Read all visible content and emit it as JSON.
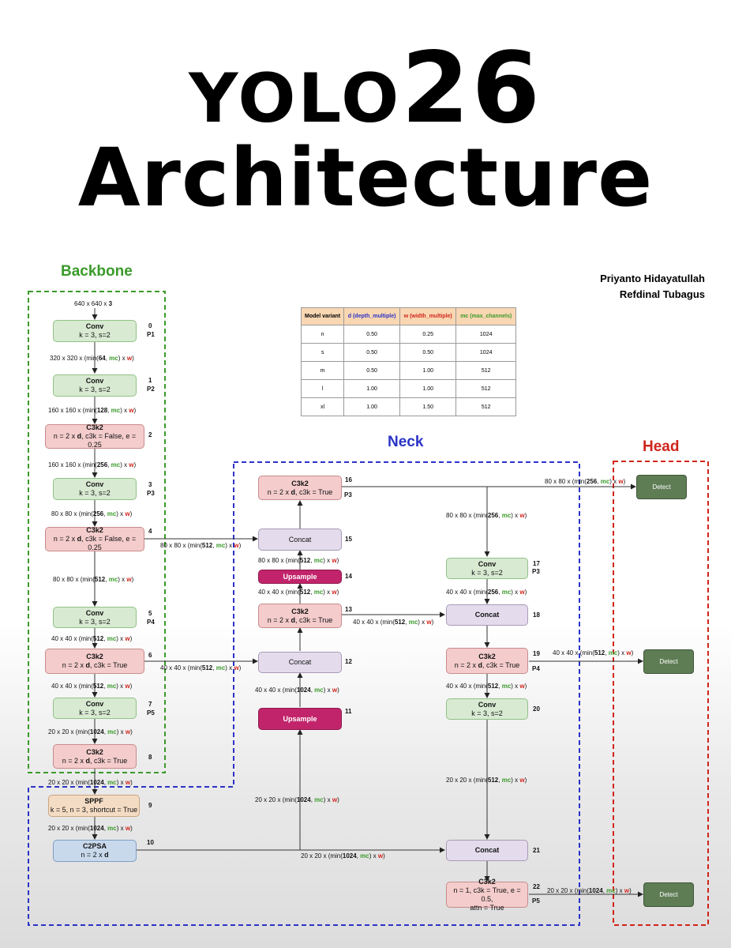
{
  "title": {
    "part1": "YOLO",
    "part2": "26",
    "line2": "Architecture"
  },
  "authors": [
    "Priyanto Hidayatullah",
    "Refdinal Tubagus"
  ],
  "sections": {
    "backbone": "Backbone",
    "neck": "Neck",
    "head": "Head"
  },
  "colors": {
    "backbone": "#3a9a2a",
    "neck": "#2a33c6",
    "head": "#d0241c",
    "detect": "#5f7d55",
    "upsample": "#c2246b"
  },
  "table": {
    "headers": [
      "Model variant",
      "d (depth_multiple)",
      "w (width_multiple)",
      "mc (max_channels)"
    ],
    "rows": [
      [
        "n",
        "0.50",
        "0.25",
        "1024"
      ],
      [
        "s",
        "0.50",
        "0.50",
        "1024"
      ],
      [
        "m",
        "0.50",
        "1.00",
        "512"
      ],
      [
        "l",
        "1.00",
        "1.00",
        "512"
      ],
      [
        "xl",
        "1.00",
        "1.50",
        "512"
      ]
    ]
  },
  "input_label": "640 x 640 x 3",
  "nodes": [
    {
      "id": 0,
      "title": "Conv",
      "sub": "k = 3, s=2",
      "idx": "0",
      "tag": "P1"
    },
    {
      "id": 1,
      "title": "Conv",
      "sub": "k = 3, s=2",
      "idx": "1",
      "tag": "P2"
    },
    {
      "id": 2,
      "title": "C3k2",
      "sub": "n = 2 x d, c3k = False, e = 0.25",
      "idx": "2",
      "tag": ""
    },
    {
      "id": 3,
      "title": "Conv",
      "sub": "k = 3, s=2",
      "idx": "3",
      "tag": "P3"
    },
    {
      "id": 4,
      "title": "C3k2",
      "sub": "n = 2 x d, c3k = False, e = 0.25",
      "idx": "4",
      "tag": ""
    },
    {
      "id": 5,
      "title": "Conv",
      "sub": "k = 3, s=2",
      "idx": "5",
      "tag": "P4"
    },
    {
      "id": 6,
      "title": "C3k2",
      "sub": "n = 2 x d, c3k = True",
      "idx": "6",
      "tag": ""
    },
    {
      "id": 7,
      "title": "Conv",
      "sub": "k = 3, s=2",
      "idx": "7",
      "tag": "P5"
    },
    {
      "id": 8,
      "title": "C3k2",
      "sub": "n = 2 x d, c3k = True",
      "idx": "8",
      "tag": ""
    },
    {
      "id": 9,
      "title": "SPPF",
      "sub": "k = 5, n = 3, shortcut = True",
      "idx": "9",
      "tag": ""
    },
    {
      "id": 10,
      "title": "C2PSA",
      "sub": "n = 2 x d",
      "idx": "10",
      "tag": ""
    },
    {
      "id": 11,
      "title": "Upsample",
      "sub": "",
      "idx": "11",
      "tag": ""
    },
    {
      "id": 12,
      "title": "Concat",
      "sub": "",
      "idx": "12",
      "tag": ""
    },
    {
      "id": 13,
      "title": "C3k2",
      "sub": "n = 2 x d, c3k = True",
      "idx": "13",
      "tag": ""
    },
    {
      "id": 14,
      "title": "Upsample",
      "sub": "",
      "idx": "14",
      "tag": ""
    },
    {
      "id": 15,
      "title": "Concat",
      "sub": "",
      "idx": "15",
      "tag": ""
    },
    {
      "id": 16,
      "title": "C3k2",
      "sub": "n = 2 x d, c3k = True",
      "idx": "16",
      "tag": "P3"
    },
    {
      "id": 17,
      "title": "Conv",
      "sub": "k = 3, s=2",
      "idx": "17",
      "tag": "P3"
    },
    {
      "id": 18,
      "title": "Concat",
      "sub": "",
      "idx": "18",
      "tag": ""
    },
    {
      "id": 19,
      "title": "C3k2",
      "sub": "n = 2 x d, c3k = True",
      "idx": "19",
      "tag": "P4"
    },
    {
      "id": 20,
      "title": "Conv",
      "sub": "k = 3, s=2",
      "idx": "20",
      "tag": ""
    },
    {
      "id": 21,
      "title": "Concat",
      "sub": "",
      "idx": "21",
      "tag": ""
    },
    {
      "id": 22,
      "title": "C3k2",
      "sub": "n = 1, c3k = True, e = 0.5,",
      "sub2": "attn = True",
      "idx": "22",
      "tag": "P5"
    },
    {
      "id": 23,
      "title": "Detect",
      "sub": "",
      "idx": "",
      "tag": ""
    },
    {
      "id": 24,
      "title": "Detect",
      "sub": "",
      "idx": "",
      "tag": ""
    },
    {
      "id": 25,
      "title": "Detect",
      "sub": "",
      "idx": "",
      "tag": ""
    }
  ],
  "edge_labels": [
    {
      "prefix": "320 x 320 x (min(",
      "n": "64",
      "suffix": ""
    },
    {
      "prefix": "160 x 160 x (min(",
      "n": "128",
      "suffix": ""
    },
    {
      "prefix": "160 x 160 x (min(",
      "n": "256",
      "suffix": ""
    },
    {
      "prefix": "80 x 80 x (min(",
      "n": "256",
      "suffix": ""
    },
    {
      "prefix": "80 x 80 x (min(",
      "n": "512",
      "suffix": ""
    },
    {
      "prefix": "40 x 40 x (min(",
      "n": "512",
      "suffix": ""
    },
    {
      "prefix": "40 x 40 x (min(",
      "n": "512",
      "suffix": ""
    },
    {
      "prefix": "20 x 20 x (min(",
      "n": "1024",
      "suffix": ""
    },
    {
      "prefix": "20 x 20 x (min(",
      "n": "1024",
      "suffix": ""
    },
    {
      "prefix": "20 x 20 x (min(",
      "n": "1024",
      "suffix": ""
    },
    {
      "prefix": "80 x 80 x (min(",
      "n": "512",
      "suffix": ""
    },
    {
      "prefix": "40 x 40 x (min(",
      "n": "512",
      "suffix": ""
    },
    {
      "prefix": "40 x 40 x (min(",
      "n": "1024",
      "suffix": ""
    },
    {
      "prefix": "20 x 20 x (min(",
      "n": "1024",
      "suffix": ""
    },
    {
      "prefix": "20 x 20 x (min(",
      "n": "1024",
      "suffix": ""
    },
    {
      "prefix": "80 x 80 x (min(",
      "n": "512",
      "suffix": ""
    },
    {
      "prefix": "40 x 40 x (min(",
      "n": "512",
      "suffix": ""
    },
    {
      "prefix": "80 x 80 x (min(",
      "n": "256",
      "suffix": ""
    },
    {
      "prefix": "40 x 40 x (min(",
      "n": "256",
      "suffix": ""
    },
    {
      "prefix": "40 x 40 x (min(",
      "n": "512",
      "suffix": ""
    },
    {
      "prefix": "40 x 40 x (min(",
      "n": "512",
      "suffix": ""
    },
    {
      "prefix": "20 x 20 x (min(",
      "n": "512",
      "suffix": ""
    },
    {
      "prefix": "80 x 80 x (min(",
      "n": "256",
      "suffix": ""
    },
    {
      "prefix": "40 x 40 x (min(",
      "n": "512",
      "suffix": ""
    },
    {
      "prefix": "20 x 20 x (min(",
      "n": "1024",
      "suffix": ""
    }
  ],
  "mc_text": "mc",
  "w_text": "w",
  "sep_text": ", ",
  "x_text": ") x ",
  "tail_text": ")",
  "d_text": "d"
}
